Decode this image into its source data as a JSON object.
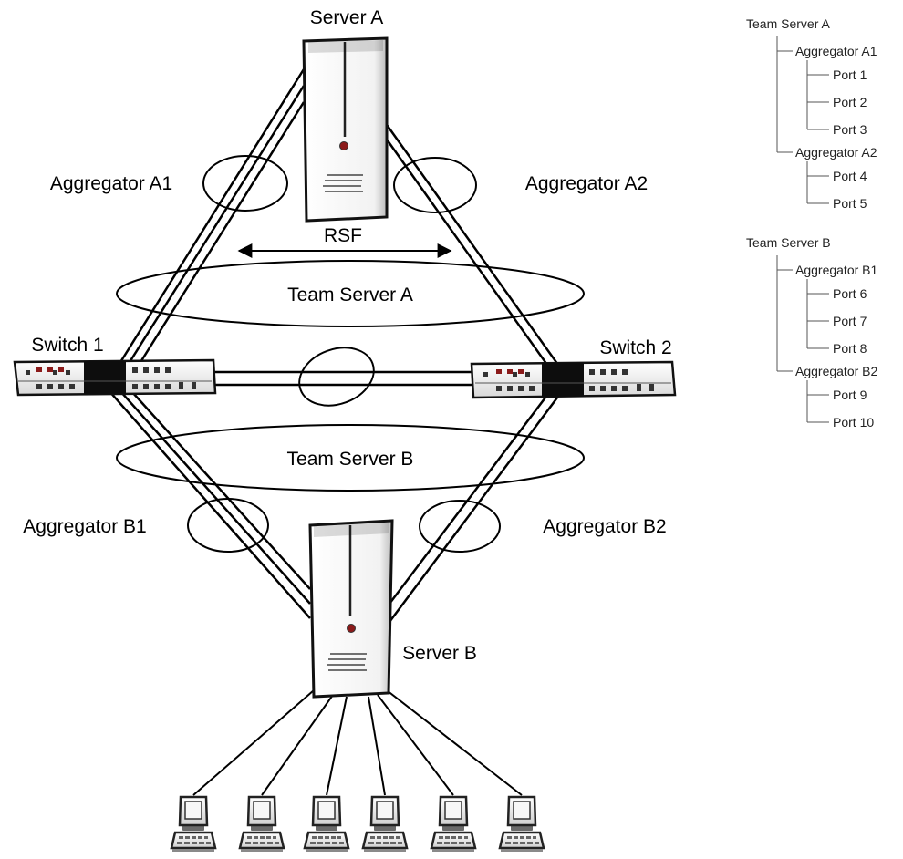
{
  "diagram": {
    "servers": {
      "a": "Server A",
      "b": "Server B"
    },
    "switches": {
      "s1": "Switch 1",
      "s2": "Switch 2"
    },
    "aggregators": {
      "a1": "Aggregator A1",
      "a2": "Aggregator A2",
      "b1": "Aggregator B1",
      "b2": "Aggregator B2"
    },
    "teams": {
      "a": "Team Server A",
      "b": "Team Server B"
    },
    "rsf": "RSF",
    "client_count": 6
  },
  "tree": [
    {
      "team": "Team Server A",
      "aggregators": [
        {
          "name": "Aggregator A1",
          "ports": [
            "Port 1",
            "Port 2",
            "Port 3"
          ]
        },
        {
          "name": "Aggregator A2",
          "ports": [
            "Port 4",
            "Port 5"
          ]
        }
      ]
    },
    {
      "team": "Team Server B",
      "aggregators": [
        {
          "name": "Aggregator B1",
          "ports": [
            "Port 6",
            "Port 7",
            "Port 8"
          ]
        },
        {
          "name": "Aggregator B2",
          "ports": [
            "Port 9",
            "Port 10"
          ]
        }
      ]
    }
  ]
}
